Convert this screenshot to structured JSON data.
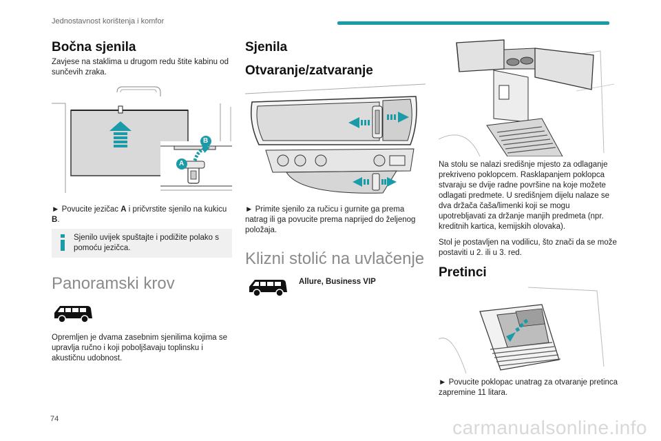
{
  "header": {
    "section_title": "Jednostavnost korištenja i komfor",
    "accent_color": "#1b9aa8"
  },
  "page_number": "74",
  "watermark": "carmanualsonline.info",
  "col1": {
    "side_blinds_title": "Bočna sjenila",
    "side_blinds_text": "Zavjese na staklima u drugom redu štite kabinu od sunčevih zraka.",
    "label_a": "A",
    "label_b": "B",
    "step_prefix": "► Povucite jezičac ",
    "step_a": "A",
    "step_mid": " i pričvrstite sjenilo na kukicu ",
    "step_b": "B",
    "step_end": ".",
    "info_text": "Sjenilo uvijek spuštajte i podižite polako s pomoću jezičca.",
    "panoramic_title": "Panoramski krov",
    "panoramic_text": "Opremljen je dvama zasebnim sjenilima kojima se upravlja ručno i koji poboljšavaju toplinsku i akustičnu udobnost."
  },
  "col2": {
    "blinds_title": "Sjenila",
    "open_close_title": "Otvaranje/zatvaranje",
    "step_text": "► Primite sjenilo za ručicu i gurnite ga prema natrag ili ga povucite prema naprijed do željenog položaja.",
    "table_title": "Klizni stolić na uvlačenje",
    "versions": "Allure, Business VIP"
  },
  "col3": {
    "table_text": "Na stolu se nalazi središnje mjesto za odlaganje prekriveno poklopcem. Rasklapanjem poklopca stvaraju se dvije radne površine na koje možete odlagati predmete. U središnjem dijelu nalaze se dva držača čaša/limenki koji se mogu upotrebljavati za držanje manjih predmeta (npr. kreditnih kartica, kemijskih olovaka).",
    "table_text2": "Stol je postavljen na vodilicu, što znači da se može postaviti u 2. ili u 3. red.",
    "compartments_title": "Pretinci",
    "compartment_text": "► Povucite poklopac unatrag za otvaranje pretinca zapremine 11 litara."
  }
}
